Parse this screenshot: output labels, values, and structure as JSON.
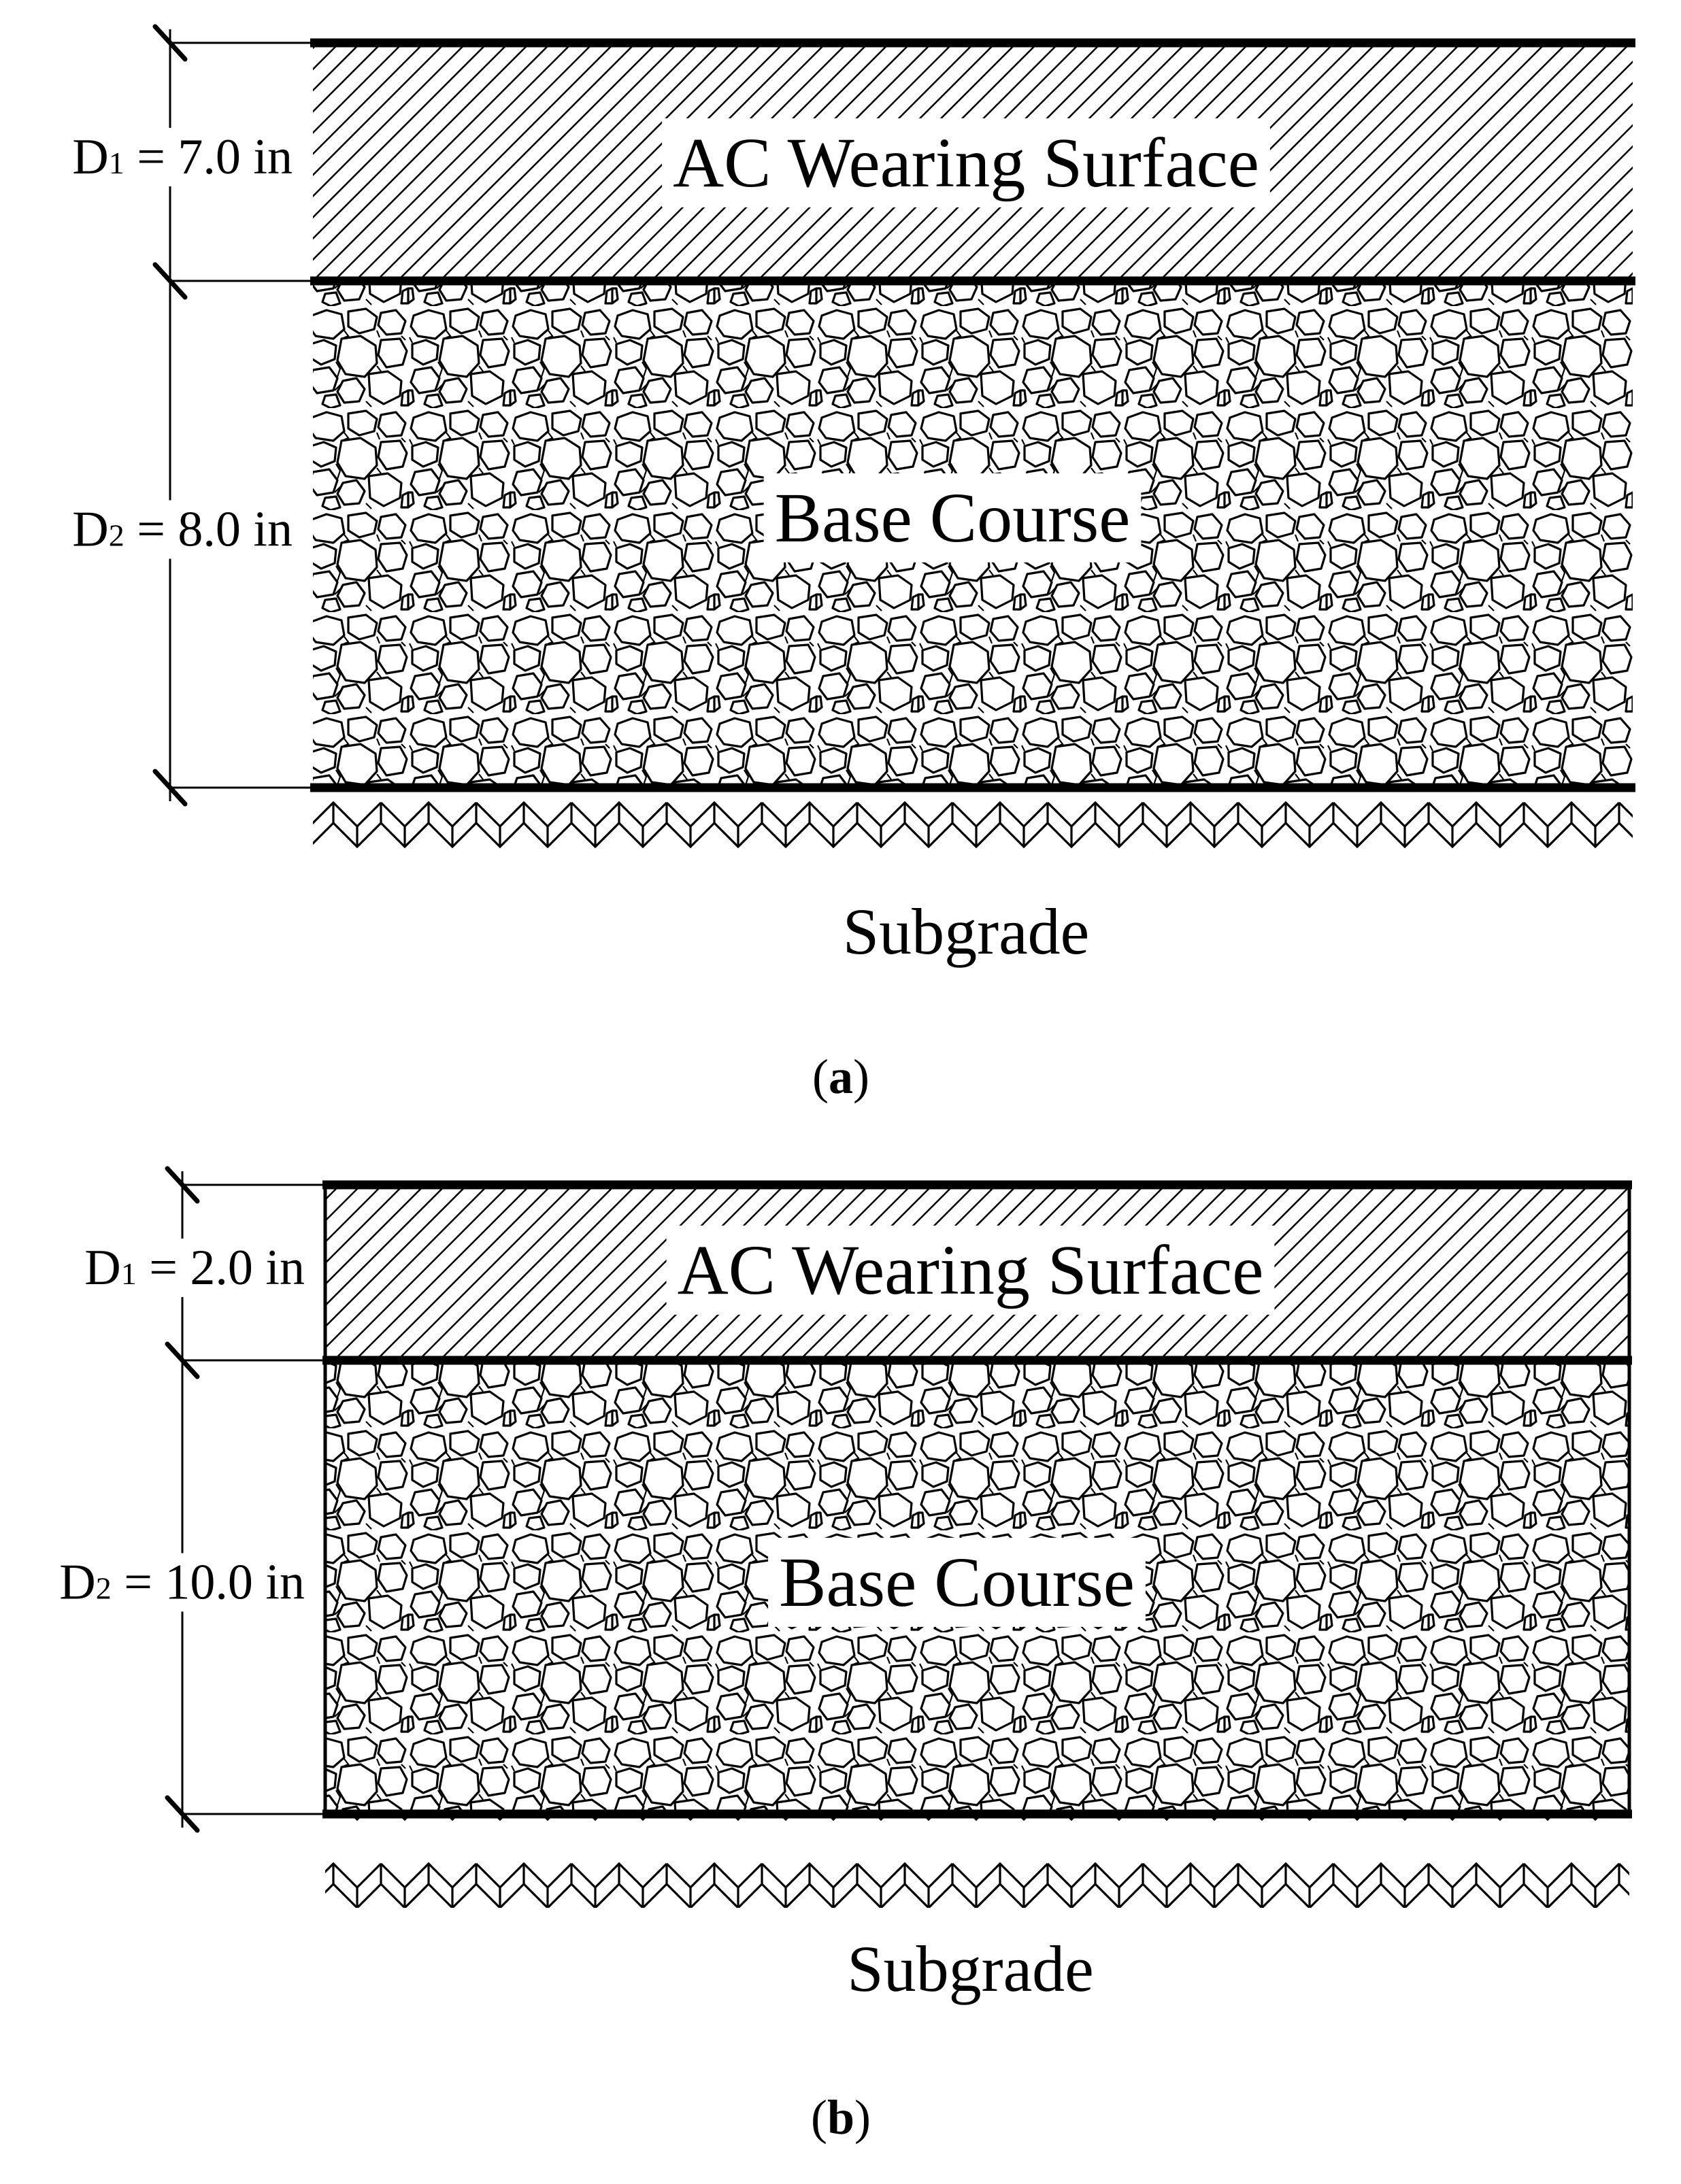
{
  "colors": {
    "ink": "#000000",
    "paper": "#ffffff"
  },
  "panels": [
    {
      "id": "a",
      "caption_letter": "a",
      "layers": {
        "surface": {
          "label": "AC Wearing Surface",
          "pattern": "diagonal-hatch"
        },
        "base": {
          "label": "Base Course",
          "pattern": "aggregate-stones"
        },
        "subgrade": {
          "label": "Subgrade",
          "pattern": "earth-zigzag"
        }
      },
      "dimensions": {
        "d1": {
          "symbol": "D",
          "subscript": "1",
          "text": " = 7.0 in",
          "value": 7.0,
          "unit": "in"
        },
        "d2": {
          "symbol": "D",
          "subscript": "2",
          "text": " = 8.0 in",
          "value": 8.0,
          "unit": "in"
        }
      }
    },
    {
      "id": "b",
      "caption_letter": "b",
      "layers": {
        "surface": {
          "label": "AC Wearing Surface",
          "pattern": "diagonal-hatch"
        },
        "base": {
          "label": "Base Course",
          "pattern": "aggregate-stones"
        },
        "subgrade": {
          "label": "Subgrade",
          "pattern": "earth-zigzag"
        }
      },
      "dimensions": {
        "d1": {
          "symbol": "D",
          "subscript": "1",
          "text": " = 2.0 in",
          "value": 2.0,
          "unit": "in"
        },
        "d2": {
          "symbol": "D",
          "subscript": "2",
          "text": " = 10.0 in",
          "value": 10.0,
          "unit": "in"
        }
      }
    }
  ]
}
